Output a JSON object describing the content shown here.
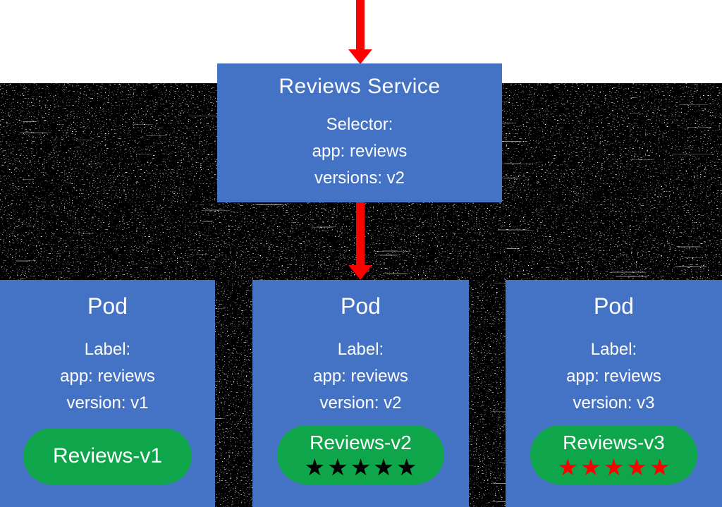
{
  "diagram": {
    "service": {
      "title": "Reviews Service",
      "lines": [
        "Selector:",
        "app: reviews",
        "versions: v2"
      ]
    },
    "pods": [
      {
        "title": "Pod",
        "lines": [
          "Label:",
          "app: reviews",
          "version: v1"
        ],
        "pill_label": "Reviews-v1"
      },
      {
        "title": "Pod",
        "lines": [
          "Label:",
          "app: reviews",
          "version: v2"
        ],
        "pill_label": "Reviews-v2",
        "stars": "★★★★★",
        "star_color": "#000000"
      },
      {
        "title": "Pod",
        "lines": [
          "Label:",
          "app: reviews",
          "version: v3"
        ],
        "pill_label": "Reviews-v3",
        "stars": "★★★★★",
        "star_color": "#FF0000"
      }
    ],
    "colors": {
      "box_blue": "#4472C4",
      "pill_green": "#0FA64B",
      "arrow_red": "#FF0000",
      "text_white": "#FFFFFF"
    }
  }
}
